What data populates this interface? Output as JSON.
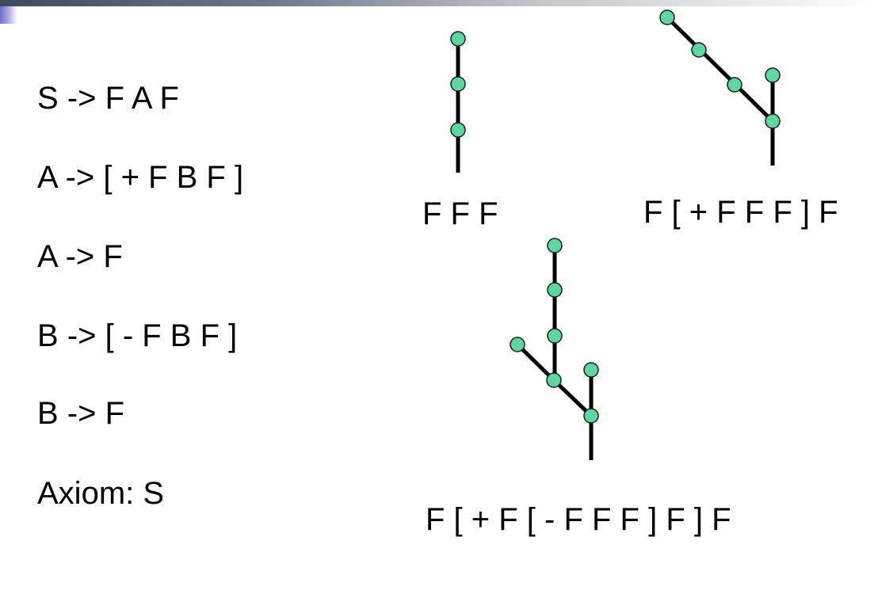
{
  "rules": [
    {
      "text": "S -> F A F"
    },
    {
      "text": "A -> [ + F B F ]"
    },
    {
      "text": "A -> F"
    },
    {
      "text": "B -> [ - F B F ]"
    },
    {
      "text": "B -> F"
    },
    {
      "text": "Axiom: S"
    }
  ],
  "diagrams": [
    {
      "caption": "F F F"
    },
    {
      "caption": "F [ + F F F ] F"
    },
    {
      "caption": "F [ + F [ - F F F ] F ] F"
    }
  ],
  "colors": {
    "node_fill": "#5fd6a0",
    "stem": "#000000"
  }
}
